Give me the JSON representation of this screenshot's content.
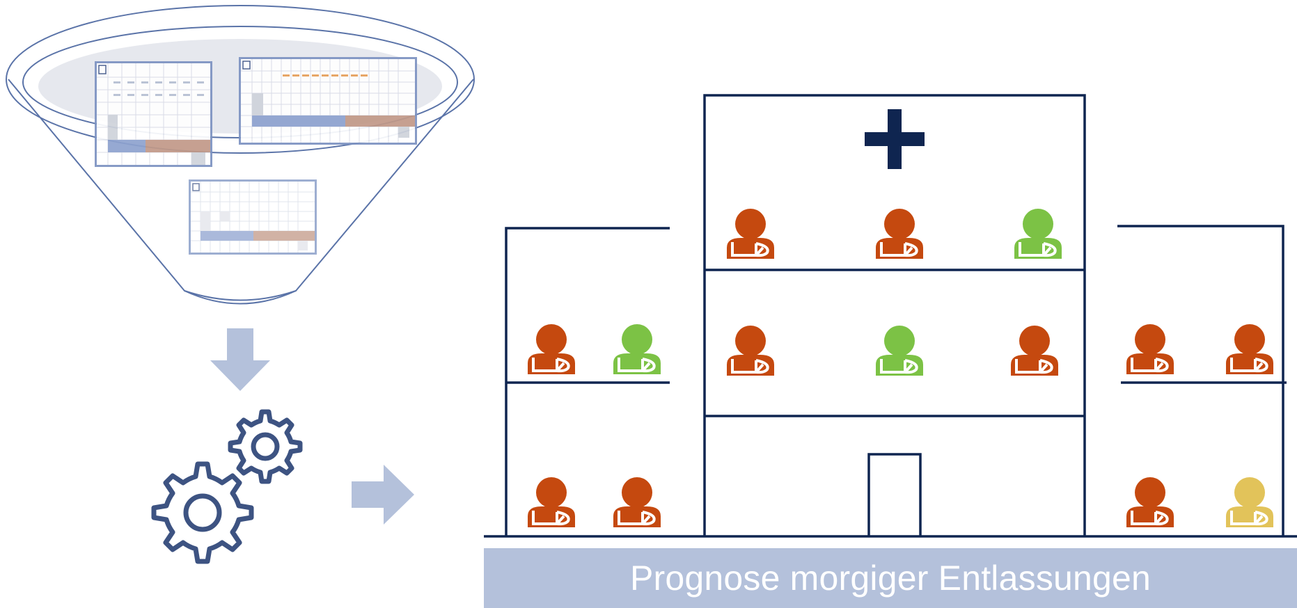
{
  "banner": {
    "label": "Prognose morgiger Entlassungen"
  },
  "colors": {
    "navy": "#0f2550",
    "arrow": "#b4c1db",
    "funnel_line": "#5a73a8",
    "gear": "#3d5382",
    "patient_red": "#c5490f",
    "patient_green": "#7cc245",
    "patient_yellow": "#e2c35a",
    "table_orange": "#e8a15c",
    "table_blue": "#8ea2cf"
  },
  "icons": {
    "funnel": "funnel-icon",
    "down_arrow": "arrow-down-icon",
    "right_arrow": "arrow-right-icon",
    "gears": "gears-icon",
    "hospital": "hospital-building",
    "cross": "medical-cross-icon",
    "patient": "patient-with-sling-icon"
  },
  "patients": {
    "top_floor": [
      "red",
      "red",
      "green"
    ],
    "middle_floor": [
      "red",
      "green",
      "red"
    ],
    "left_wing_upper": [
      "red",
      "green"
    ],
    "left_wing_lower": [
      "red",
      "red"
    ],
    "right_wing_upper": [
      "red",
      "red"
    ],
    "right_wing_lower": [
      "red",
      "yellow"
    ]
  }
}
